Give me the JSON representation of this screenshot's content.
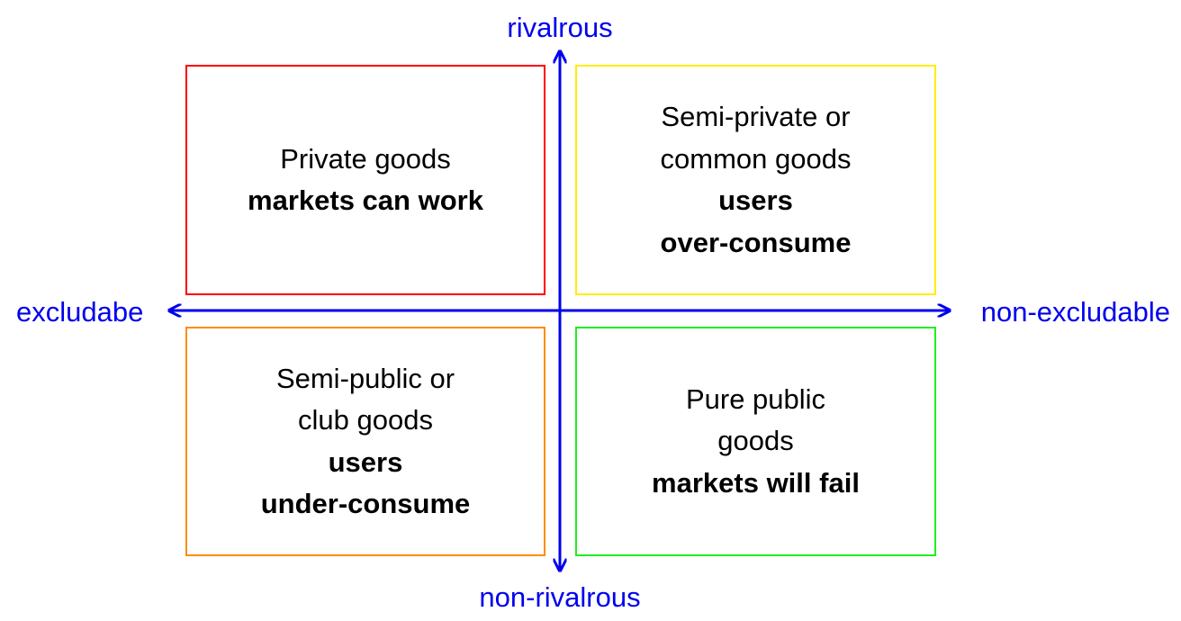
{
  "axes": {
    "top": "rivalrous",
    "bottom": "non-rivalrous",
    "left": "excludabe",
    "right": "non-excludable",
    "color": "#0000ee"
  },
  "quadrants": {
    "top_left": {
      "border_color": "#ff0000",
      "lines": [
        "Private goods"
      ],
      "bold_lines": [
        "markets can work"
      ]
    },
    "top_right": {
      "border_color": "#ffee00",
      "lines": [
        "Semi-private or",
        "common goods"
      ],
      "bold_lines": [
        "users",
        "over-consume"
      ]
    },
    "bottom_left": {
      "border_color": "#ff8c00",
      "lines": [
        "Semi-public or",
        "club goods"
      ],
      "bold_lines": [
        "users",
        "under-consume"
      ]
    },
    "bottom_right": {
      "border_color": "#22ee22",
      "lines": [
        "Pure public",
        "goods"
      ],
      "bold_lines": [
        "markets will fail"
      ]
    }
  }
}
